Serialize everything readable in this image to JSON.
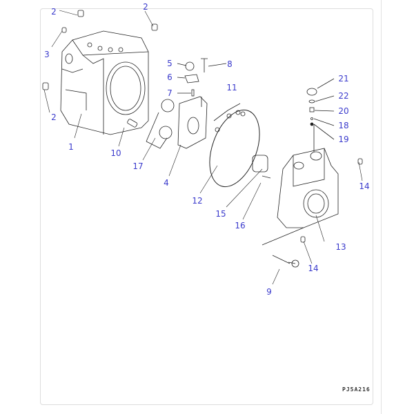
{
  "diagram": {
    "drawing_code": "PJ5A216",
    "callouts": [
      "2",
      "2",
      "3",
      "2",
      "1",
      "10",
      "17",
      "4",
      "12",
      "15",
      "16",
      "13",
      "14",
      "9",
      "14",
      "5",
      "6",
      "7",
      "8",
      "11",
      "21",
      "22",
      "20",
      "18",
      "19"
    ]
  }
}
